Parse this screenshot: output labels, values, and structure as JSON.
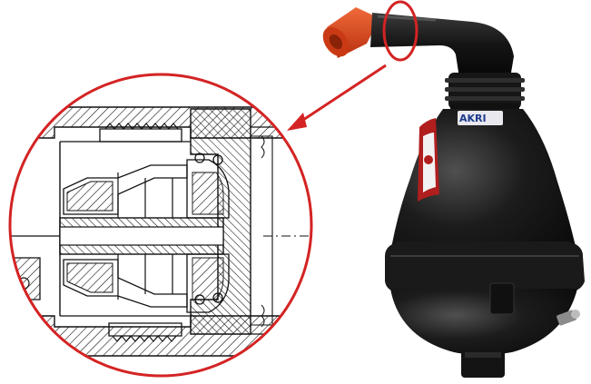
{
  "figure": {
    "product_label": "AKRI",
    "colors": {
      "callout_red": "#d42323",
      "body_black": "#151515",
      "body_highlight": "#4a4a4a",
      "elbow_red": "#e0481e",
      "drawing_line": "#111111",
      "label_blue": "#1e3c8c"
    },
    "icons": {
      "arrow": "callout-arrow",
      "magnifier": "detail-circle"
    }
  }
}
